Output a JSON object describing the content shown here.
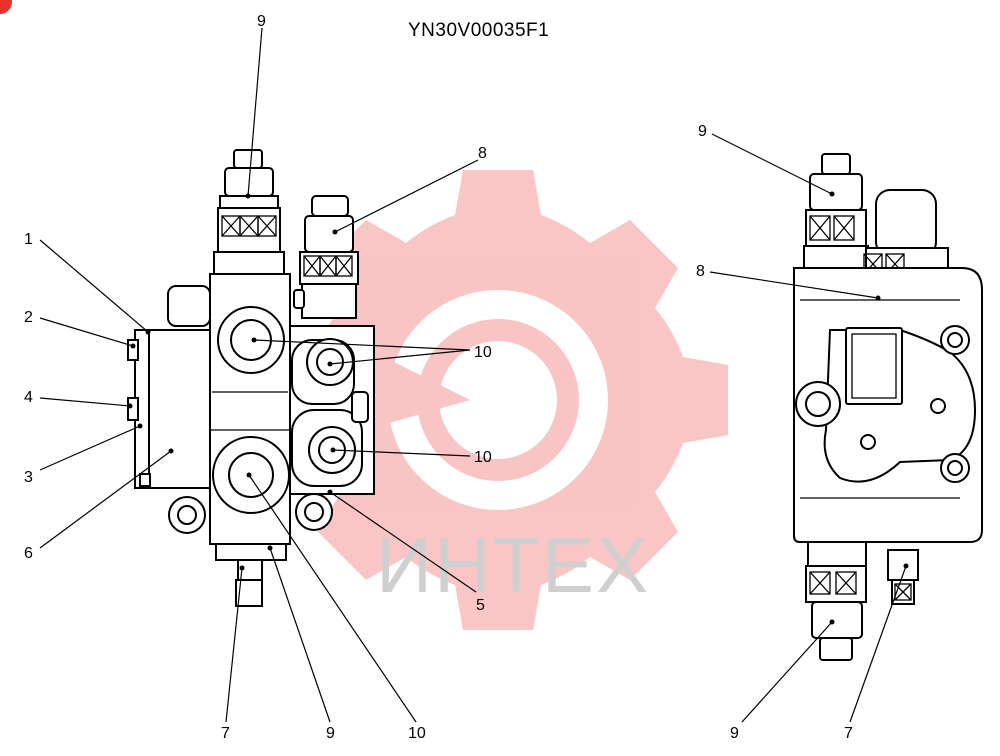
{
  "title": "YN30V00035F1",
  "watermark": {
    "text": "ИНТЕХ",
    "color": "#e8322f"
  },
  "labels": {
    "l1": "1",
    "l2": "2",
    "l4": "4",
    "l3": "3",
    "l6": "6",
    "l9_top_left": "9",
    "l8_left": "8",
    "l10_a": "10",
    "l10_b": "10",
    "l5": "5",
    "l7_left": "7",
    "l9_bottom_left": "9",
    "l10_bottom": "10",
    "l9_top_right": "9",
    "l8_right": "8",
    "l9_bottom_right": "9",
    "l7_right": "7"
  },
  "badge_color": "#e8322f"
}
